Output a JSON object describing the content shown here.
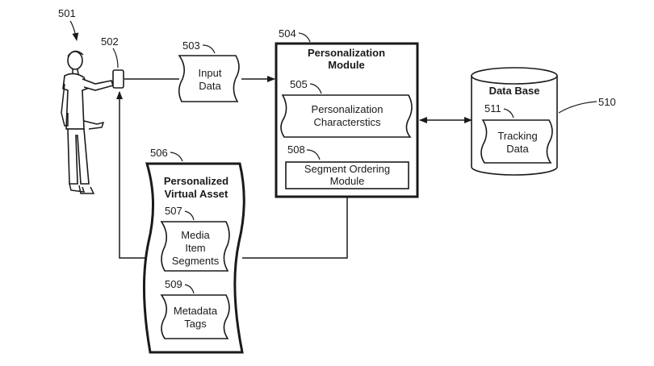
{
  "refs": {
    "user": "501",
    "device": "502",
    "input": "503",
    "module": "504",
    "characteristics": "505",
    "asset": "506",
    "segments": "507",
    "ordering": "508",
    "tags": "509",
    "database": "510",
    "tracking": "511"
  },
  "labels": {
    "input_line1": "Input",
    "input_line2": "Data",
    "module_line1": "Personalization",
    "module_line2": "Module",
    "characteristics_line1": "Personalization",
    "characteristics_line2": "Characterstics",
    "ordering_line1": "Segment Ordering",
    "ordering_line2": "Module",
    "database_title": "Data Base",
    "tracking_line1": "Tracking",
    "tracking_line2": "Data",
    "asset_line1": "Personalized",
    "asset_line2": "Virtual Asset",
    "segments_line1": "Media",
    "segments_line2": "Item",
    "segments_line3": "Segments",
    "tags_line1": "Metadata",
    "tags_line2": "Tags"
  }
}
